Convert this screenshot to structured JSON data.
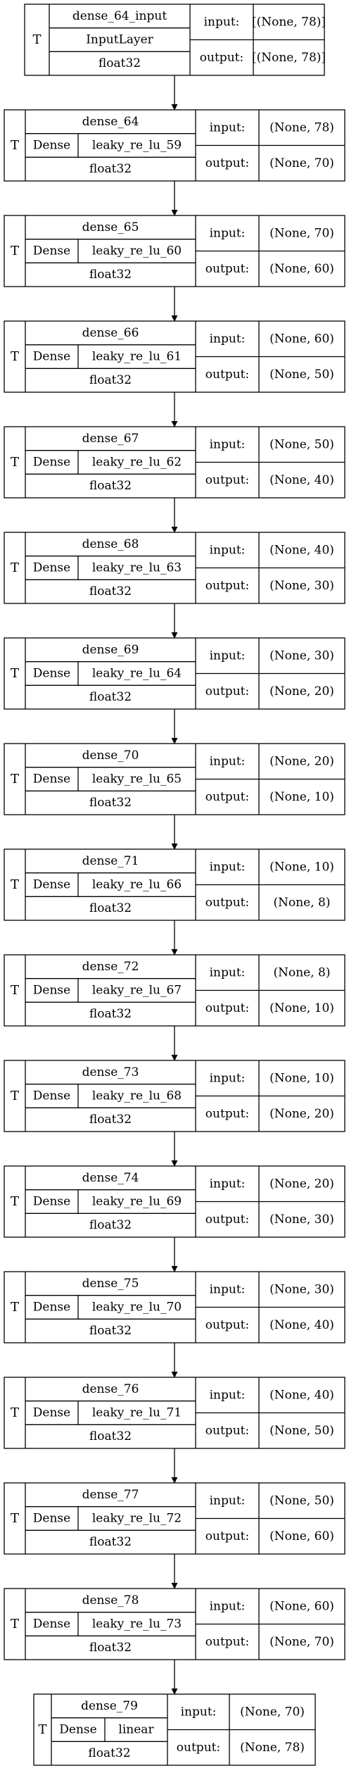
{
  "labels": {
    "trainable_flag": "T",
    "input_label": "input:",
    "output_label": "output:"
  },
  "layers": [
    {
      "name": "dense_64_input",
      "type": "InputLayer",
      "activation": "",
      "dtype": "float32",
      "input_shape": "[(None, 78)]",
      "output_shape": "[(None, 78)]"
    },
    {
      "name": "dense_64",
      "type": "Dense",
      "activation": "leaky_re_lu_59",
      "dtype": "float32",
      "input_shape": "(None, 78)",
      "output_shape": "(None, 70)"
    },
    {
      "name": "dense_65",
      "type": "Dense",
      "activation": "leaky_re_lu_60",
      "dtype": "float32",
      "input_shape": "(None, 70)",
      "output_shape": "(None, 60)"
    },
    {
      "name": "dense_66",
      "type": "Dense",
      "activation": "leaky_re_lu_61",
      "dtype": "float32",
      "input_shape": "(None, 60)",
      "output_shape": "(None, 50)"
    },
    {
      "name": "dense_67",
      "type": "Dense",
      "activation": "leaky_re_lu_62",
      "dtype": "float32",
      "input_shape": "(None, 50)",
      "output_shape": "(None, 40)"
    },
    {
      "name": "dense_68",
      "type": "Dense",
      "activation": "leaky_re_lu_63",
      "dtype": "float32",
      "input_shape": "(None, 40)",
      "output_shape": "(None, 30)"
    },
    {
      "name": "dense_69",
      "type": "Dense",
      "activation": "leaky_re_lu_64",
      "dtype": "float32",
      "input_shape": "(None, 30)",
      "output_shape": "(None, 20)"
    },
    {
      "name": "dense_70",
      "type": "Dense",
      "activation": "leaky_re_lu_65",
      "dtype": "float32",
      "input_shape": "(None, 20)",
      "output_shape": "(None, 10)"
    },
    {
      "name": "dense_71",
      "type": "Dense",
      "activation": "leaky_re_lu_66",
      "dtype": "float32",
      "input_shape": "(None, 10)",
      "output_shape": "(None, 8)"
    },
    {
      "name": "dense_72",
      "type": "Dense",
      "activation": "leaky_re_lu_67",
      "dtype": "float32",
      "input_shape": "(None, 8)",
      "output_shape": "(None, 10)"
    },
    {
      "name": "dense_73",
      "type": "Dense",
      "activation": "leaky_re_lu_68",
      "dtype": "float32",
      "input_shape": "(None, 10)",
      "output_shape": "(None, 20)"
    },
    {
      "name": "dense_74",
      "type": "Dense",
      "activation": "leaky_re_lu_69",
      "dtype": "float32",
      "input_shape": "(None, 20)",
      "output_shape": "(None, 30)"
    },
    {
      "name": "dense_75",
      "type": "Dense",
      "activation": "leaky_re_lu_70",
      "dtype": "float32",
      "input_shape": "(None, 30)",
      "output_shape": "(None, 40)"
    },
    {
      "name": "dense_76",
      "type": "Dense",
      "activation": "leaky_re_lu_71",
      "dtype": "float32",
      "input_shape": "(None, 40)",
      "output_shape": "(None, 50)"
    },
    {
      "name": "dense_77",
      "type": "Dense",
      "activation": "leaky_re_lu_72",
      "dtype": "float32",
      "input_shape": "(None, 50)",
      "output_shape": "(None, 60)"
    },
    {
      "name": "dense_78",
      "type": "Dense",
      "activation": "leaky_re_lu_73",
      "dtype": "float32",
      "input_shape": "(None, 60)",
      "output_shape": "(None, 70)"
    },
    {
      "name": "dense_79",
      "type": "Dense",
      "activation": "linear",
      "dtype": "float32",
      "input_shape": "(None, 70)",
      "output_shape": "(None, 78)"
    }
  ]
}
